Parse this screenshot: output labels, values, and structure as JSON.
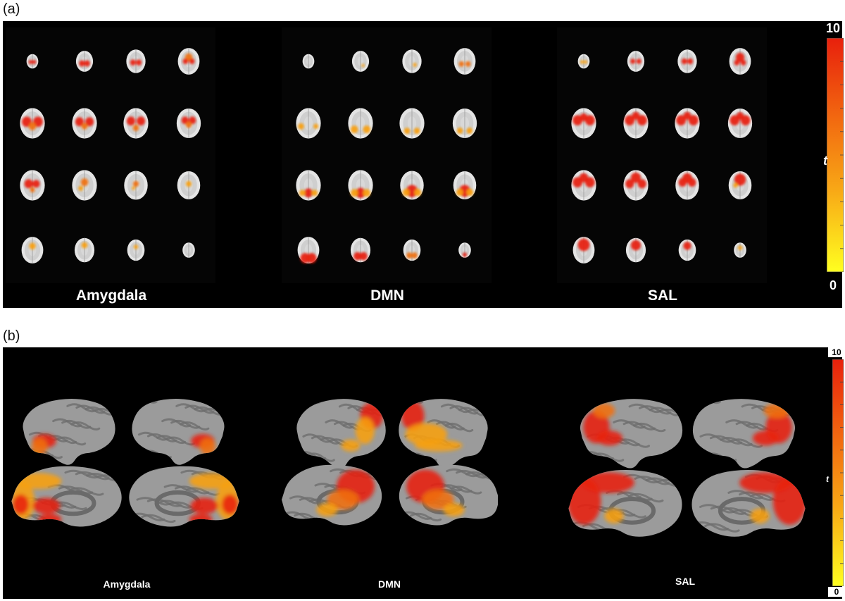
{
  "panel_a": {
    "label": "(a)",
    "networks": [
      {
        "name": "Amygdala",
        "pattern": "amygdala"
      },
      {
        "name": "DMN",
        "pattern": "dmn"
      },
      {
        "name": "SAL",
        "pattern": "sal"
      }
    ],
    "colorbar": {
      "max": "10",
      "min": "0",
      "stat": "t"
    }
  },
  "panel_b": {
    "label": "(b)",
    "networks": [
      {
        "name": "Amygdala",
        "pattern": "amygdala"
      },
      {
        "name": "DMN",
        "pattern": "dmn"
      },
      {
        "name": "SAL",
        "pattern": "sal"
      }
    ],
    "colorbar": {
      "max": "10",
      "min": "0",
      "stat": "t"
    }
  },
  "colors": {
    "hot": "#e8200c",
    "mid": "#f07010",
    "warm": "#f8a010",
    "cold": "#ffff20",
    "brain": "#d8d8d8",
    "cortex": "#8a8a8a"
  }
}
